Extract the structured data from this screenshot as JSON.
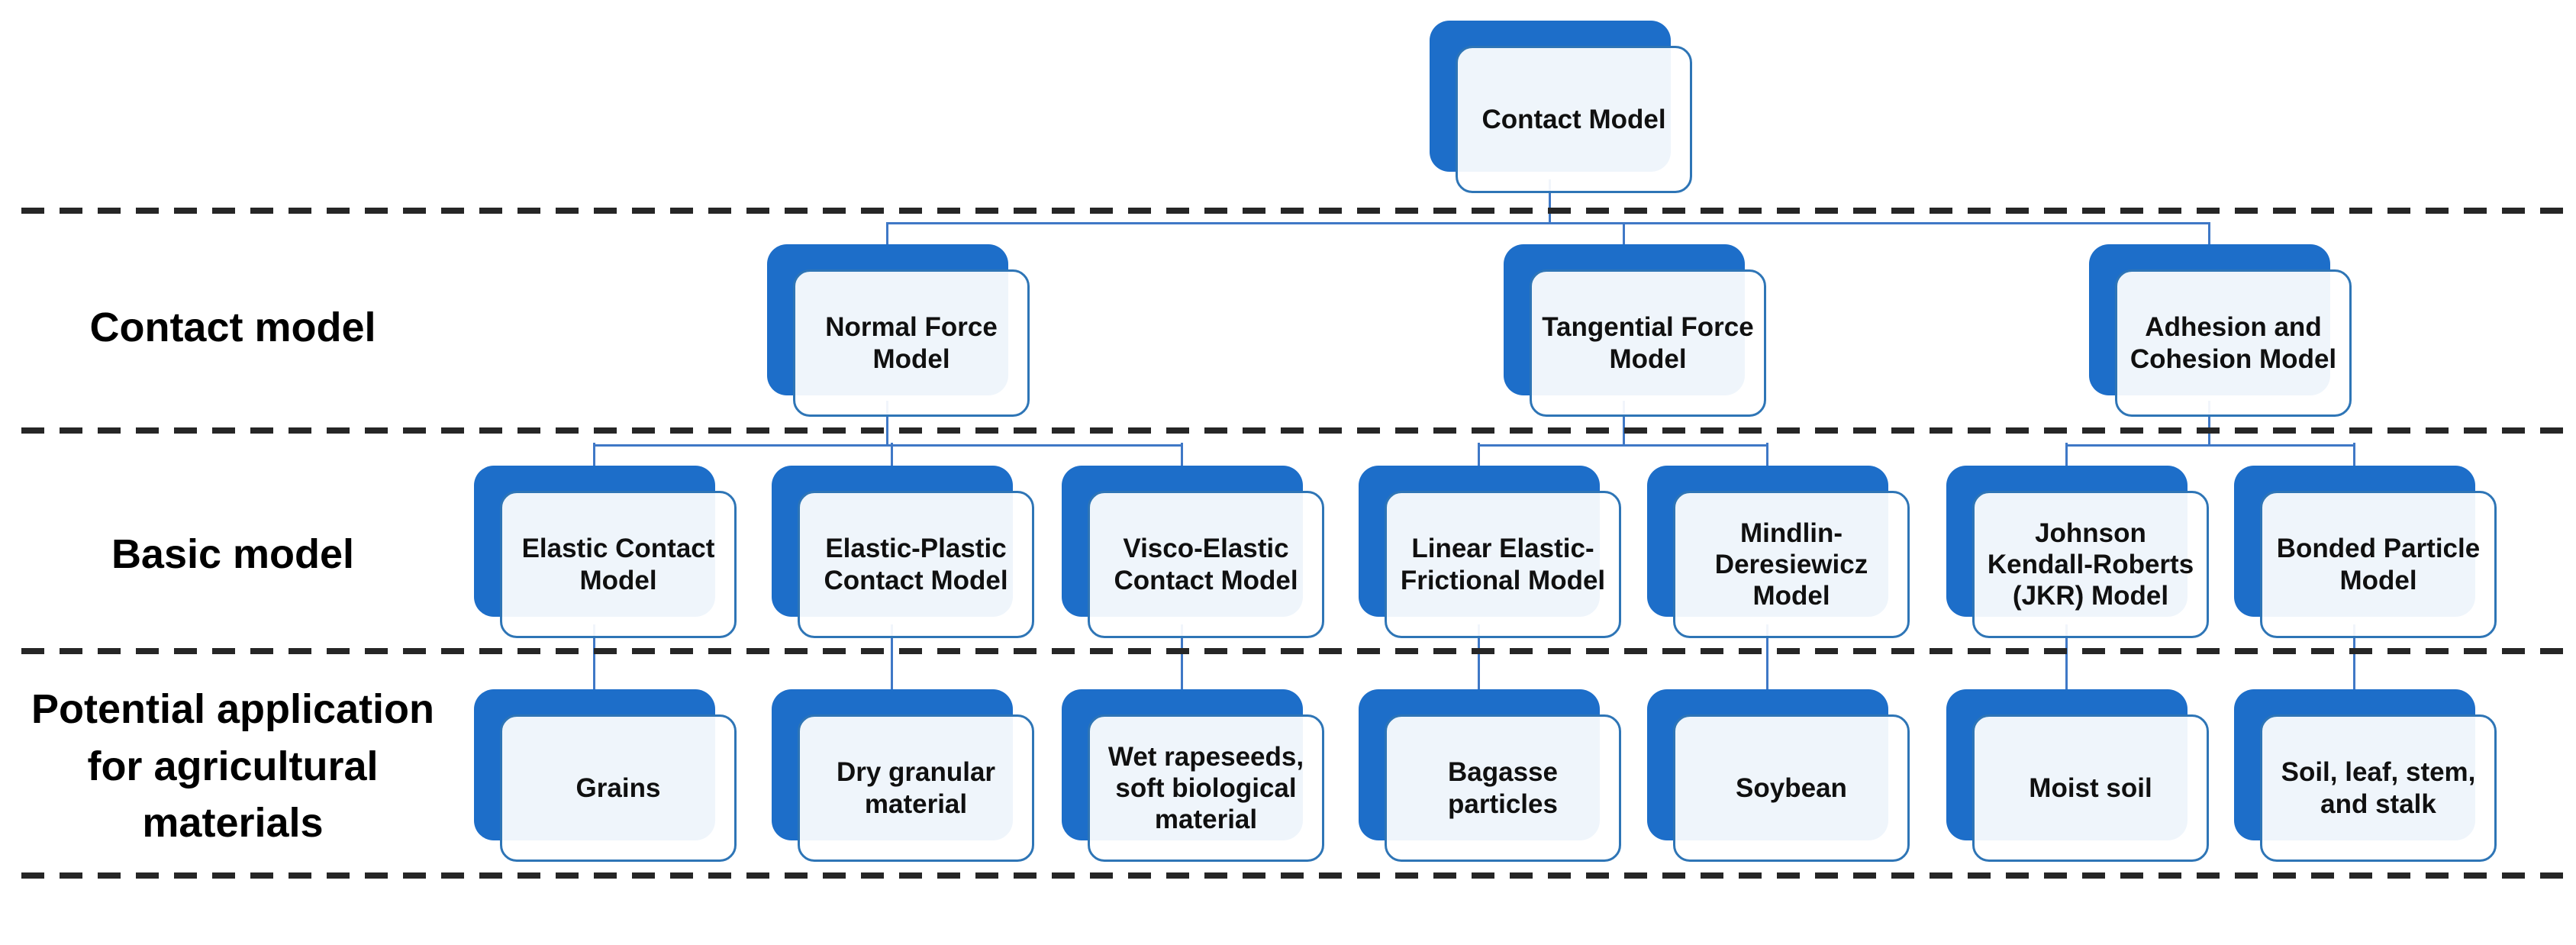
{
  "colors": {
    "node_shadow_blue": "#1d6ec9",
    "node_border_blue": "#2e75b6",
    "node_face_tint": "#edf2fb",
    "connector_blue": "#3f78c6",
    "divider_black": "#262626"
  },
  "root": {
    "label": "Contact Model"
  },
  "row_labels": [
    {
      "label": "Contact model"
    },
    {
      "label": "Basic model"
    },
    {
      "label": "Potential application\nfor agricultural\nmaterials"
    }
  ],
  "nodes": {
    "contact_models": [
      {
        "label": "Normal Force\nModel"
      },
      {
        "label": "Tangential Force\nModel"
      },
      {
        "label": "Adhesion and\nCohesion Model"
      }
    ],
    "basic_models": [
      {
        "label": "Elastic Contact\nModel"
      },
      {
        "label": "Elastic-Plastic\nContact Model"
      },
      {
        "label": "Visco-Elastic\nContact Model"
      },
      {
        "label": "Linear Elastic-\nFrictional Model"
      },
      {
        "label": "Mindlin-\nDeresiewicz\nModel"
      },
      {
        "label": "Johnson\nKendall-Roberts\n(JKR) Model"
      },
      {
        "label": "Bonded Particle\nModel"
      }
    ],
    "applications": [
      {
        "label": "Grains"
      },
      {
        "label": "Dry granular\nmaterial"
      },
      {
        "label": "Wet rapeseeds,\nsoft biological\nmaterial"
      },
      {
        "label": "Bagasse\nparticles"
      },
      {
        "label": "Soybean"
      },
      {
        "label": "Moist soil"
      },
      {
        "label": "Soil, leaf, stem,\nand stalk"
      }
    ]
  }
}
